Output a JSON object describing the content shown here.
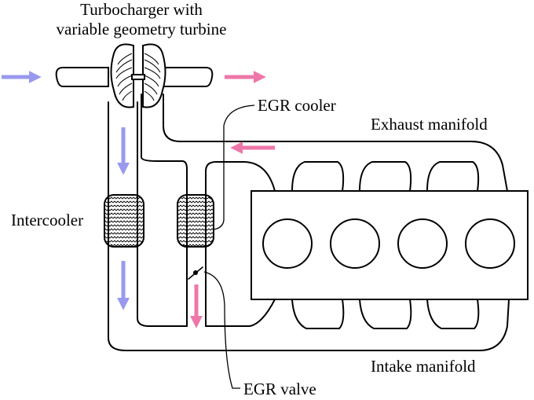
{
  "labels": {
    "turbo_line1": "Turbocharger with",
    "turbo_line2": "variable geometry turbine",
    "egr_cooler": "EGR cooler",
    "exhaust_manifold": "Exhaust manifold",
    "intercooler": "Intercooler",
    "intake_manifold": "Intake manifold",
    "egr_valve": "EGR valve"
  },
  "colors": {
    "fresh_air_arrow": "#9999ee",
    "exhaust_arrow": "#ee77aa",
    "outline": "#000000"
  },
  "components": {
    "cylinders": 4,
    "icons": [
      "turbocharger-icon",
      "intercooler-icon",
      "egr-cooler-icon",
      "egr-valve-icon",
      "engine-block-icon"
    ]
  }
}
